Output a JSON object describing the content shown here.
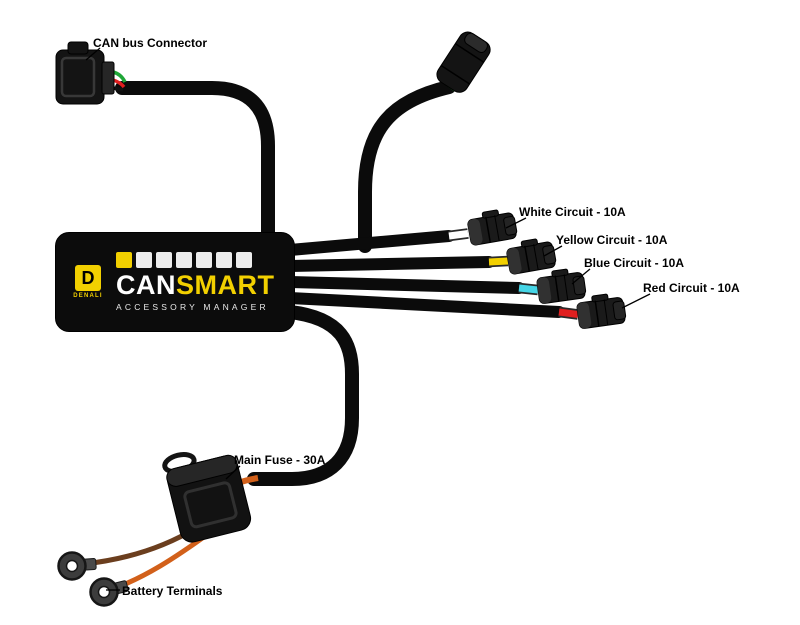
{
  "diagram": {
    "labels": {
      "can_bus": "CAN bus Connector",
      "white_circuit": "White Circuit - 10A",
      "yellow_circuit": "Yellow Circuit - 10A",
      "blue_circuit": "Blue Circuit - 10A",
      "red_circuit": "Red Circuit - 10A",
      "main_fuse": "Main Fuse - 30A",
      "battery": "Battery Terminals"
    },
    "device": {
      "brand": "DENALI",
      "logo_letter": "D",
      "name_part1": "CAN",
      "name_part2": "SMART",
      "subtitle": "ACCESSORY MANAGER"
    },
    "colors": {
      "accent_yellow": "#f2d000",
      "cable_black": "#0b0b0b",
      "wire_white": "#ffffff",
      "wire_yellow": "#f2d000",
      "wire_blue": "#45d5e6",
      "wire_red": "#e01f1f",
      "wire_orange": "#d2601a",
      "wire_brown": "#6b3e1e",
      "wire_green": "#1fa637"
    }
  }
}
